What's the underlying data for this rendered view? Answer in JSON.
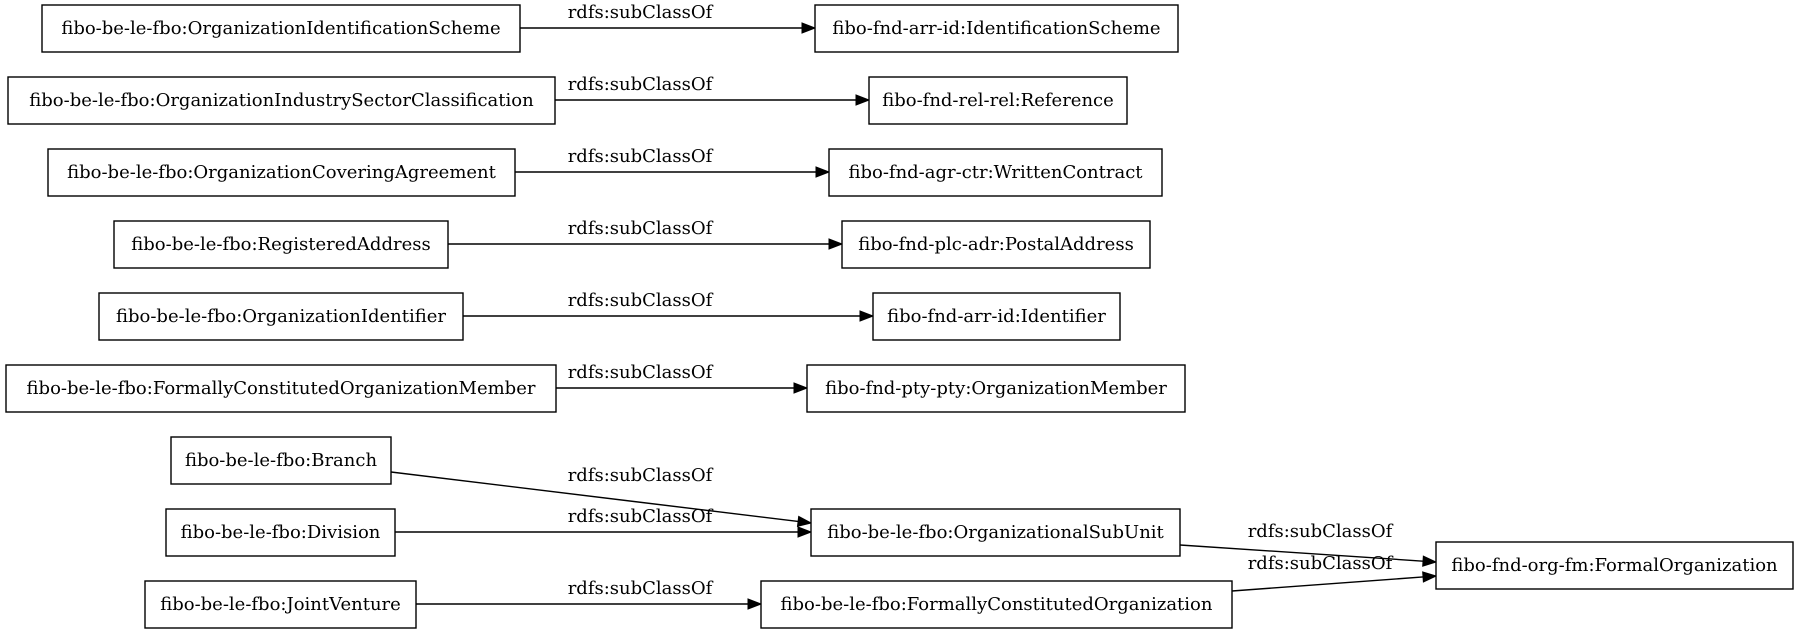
{
  "diagram": {
    "nodes": [
      {
        "id": "n1",
        "label": "fibo-be-le-fbo:OrganizationIdentificationScheme"
      },
      {
        "id": "n2",
        "label": "fibo-fnd-arr-id:IdentificationScheme"
      },
      {
        "id": "n3",
        "label": "fibo-be-le-fbo:OrganizationIndustrySectorClassification"
      },
      {
        "id": "n4",
        "label": "fibo-fnd-rel-rel:Reference"
      },
      {
        "id": "n5",
        "label": "fibo-be-le-fbo:OrganizationCoveringAgreement"
      },
      {
        "id": "n6",
        "label": "fibo-fnd-agr-ctr:WrittenContract"
      },
      {
        "id": "n7",
        "label": "fibo-be-le-fbo:RegisteredAddress"
      },
      {
        "id": "n8",
        "label": "fibo-fnd-plc-adr:PostalAddress"
      },
      {
        "id": "n9",
        "label": "fibo-be-le-fbo:OrganizationIdentifier"
      },
      {
        "id": "n10",
        "label": "fibo-fnd-arr-id:Identifier"
      },
      {
        "id": "n11",
        "label": "fibo-be-le-fbo:FormallyConstitutedOrganizationMember"
      },
      {
        "id": "n12",
        "label": "fibo-fnd-pty-pty:OrganizationMember"
      },
      {
        "id": "n13",
        "label": "fibo-be-le-fbo:Branch"
      },
      {
        "id": "n14",
        "label": "fibo-be-le-fbo:OrganizationalSubUnit"
      },
      {
        "id": "n15",
        "label": "fibo-be-le-fbo:Division"
      },
      {
        "id": "n16",
        "label": "fibo-fnd-org-fm:FormalOrganization"
      },
      {
        "id": "n17",
        "label": "fibo-be-le-fbo:JointVenture"
      },
      {
        "id": "n18",
        "label": "fibo-be-le-fbo:FormallyConstitutedOrganization"
      }
    ],
    "edges": [
      {
        "from": "n1",
        "to": "n2",
        "label": "rdfs:subClassOf"
      },
      {
        "from": "n3",
        "to": "n4",
        "label": "rdfs:subClassOf"
      },
      {
        "from": "n5",
        "to": "n6",
        "label": "rdfs:subClassOf"
      },
      {
        "from": "n7",
        "to": "n8",
        "label": "rdfs:subClassOf"
      },
      {
        "from": "n9",
        "to": "n10",
        "label": "rdfs:subClassOf"
      },
      {
        "from": "n11",
        "to": "n12",
        "label": "rdfs:subClassOf"
      },
      {
        "from": "n13",
        "to": "n14",
        "label": "rdfs:subClassOf"
      },
      {
        "from": "n15",
        "to": "n14",
        "label": "rdfs:subClassOf"
      },
      {
        "from": "n14",
        "to": "n16",
        "label": "rdfs:subClassOf"
      },
      {
        "from": "n18",
        "to": "n16",
        "label": "rdfs:subClassOf"
      },
      {
        "from": "n17",
        "to": "n18",
        "label": "rdfs:subClassOf"
      }
    ]
  }
}
